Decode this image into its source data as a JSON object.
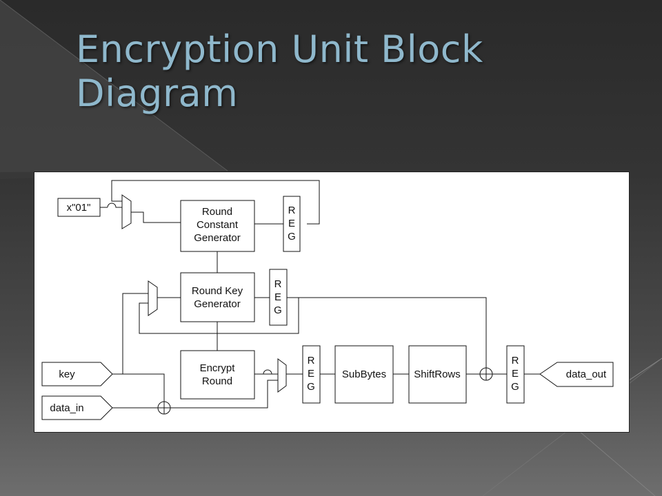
{
  "slide": {
    "title_line1": "Encryption Unit Block",
    "title_line2": "Diagram"
  },
  "diagram": {
    "const_input": "x\"01\"",
    "round_constant": [
      "Round",
      "Constant",
      "Generator"
    ],
    "round_key": [
      "Round Key",
      "Generator"
    ],
    "encrypt_round": [
      "Encrypt",
      "Round"
    ],
    "reg_letters": [
      "R",
      "E",
      "G"
    ],
    "subbytes": "SubBytes",
    "shiftrows": "ShiftRows",
    "key_input": "key",
    "data_in_input": "data_in",
    "data_out_output": "data_out"
  }
}
